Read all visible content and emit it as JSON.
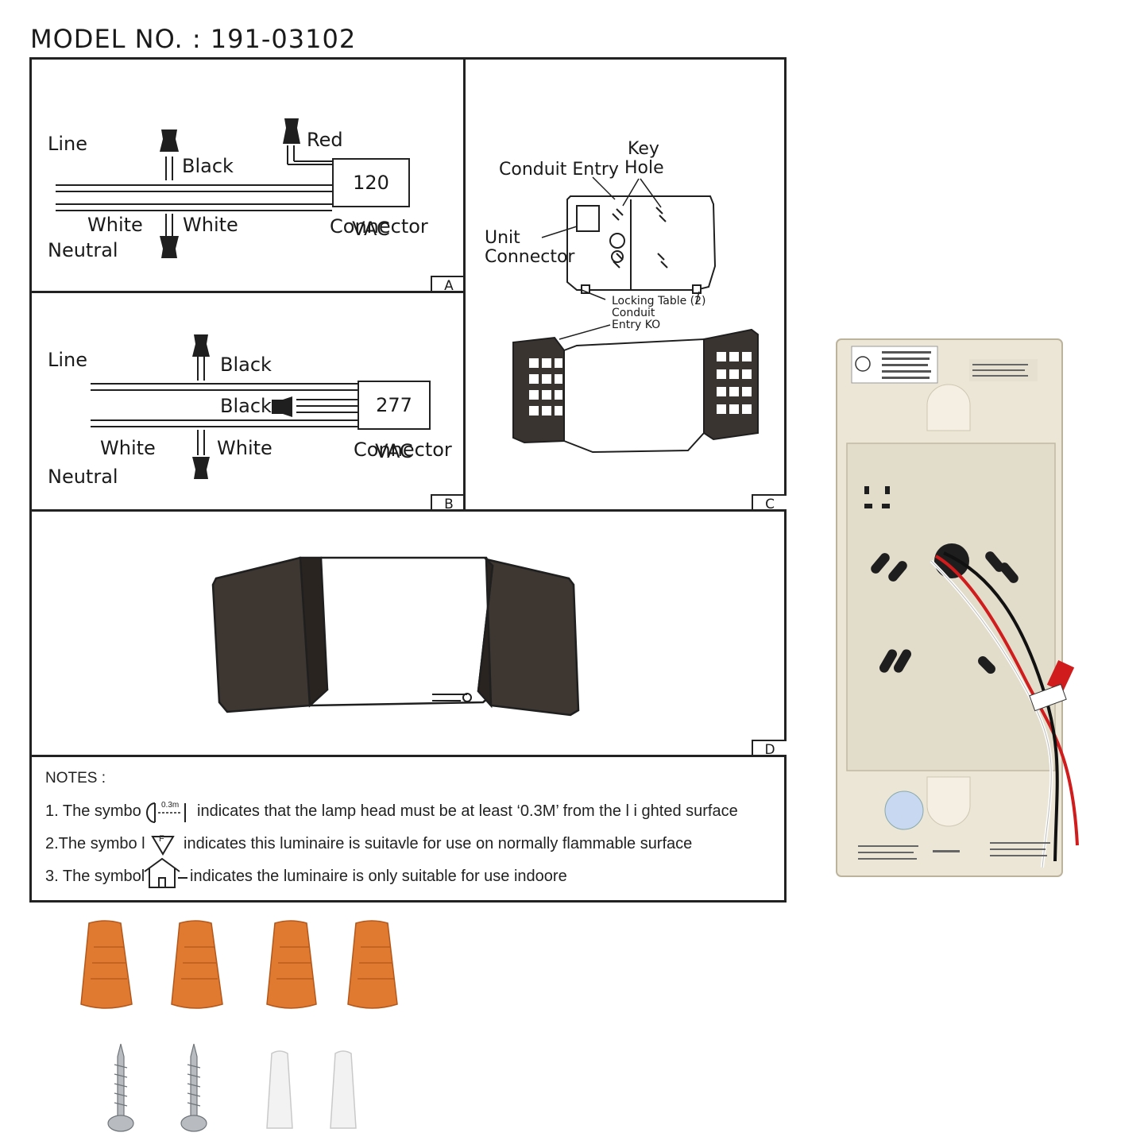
{
  "model_line": "MODEL NO. : 191-03102",
  "panel_a": {
    "tag": "A",
    "line": "Line",
    "black": "Black",
    "red": "Red",
    "white_left": "White",
    "white_right": "White",
    "neutral": "Neutral",
    "voltage": "120 VAC",
    "connector": "Connector"
  },
  "panel_b": {
    "tag": "B",
    "line": "Line",
    "black_top": "Black",
    "black_mid": "Black",
    "white_left": "White",
    "white_right": "White",
    "neutral": "Neutral",
    "voltage": "277 VAC",
    "connector": "Connector"
  },
  "panel_c": {
    "tag": "C",
    "conduit_entry": "Conduit Entry",
    "key": "Key",
    "hole": "Hole",
    "unit": "Unit",
    "connector": "Connector",
    "locking_table": "Locking Table (2)",
    "conduit": "Conduit",
    "entry_ko": "Entry KO"
  },
  "panel_d": {
    "tag": "D"
  },
  "notes": {
    "title": "NOTES :",
    "n1_prefix": "1. The symbo",
    "n1_symbol": "0.3m",
    "n1_text": "indicates that the lamp head must be at least ‘0.3M’ from the l i ghted surface",
    "n2_prefix": "2.The symbo l",
    "n2_symbol": "F",
    "n2_text": "indicates this luminaire is suitavle for use on normally flammable surface",
    "n3_prefix": "3. The symbol",
    "n3_text": "indicates the luminaire is only suitable for use indoore"
  },
  "colors": {
    "line": "#1f1f1f",
    "wire_nut": "#e07a30",
    "housing": "#ece6d6",
    "wire_red": "#d01c1c",
    "wire_black": "#111111"
  },
  "accessories": {
    "wire_nuts": 4,
    "screws": 2,
    "anchors": 2
  }
}
